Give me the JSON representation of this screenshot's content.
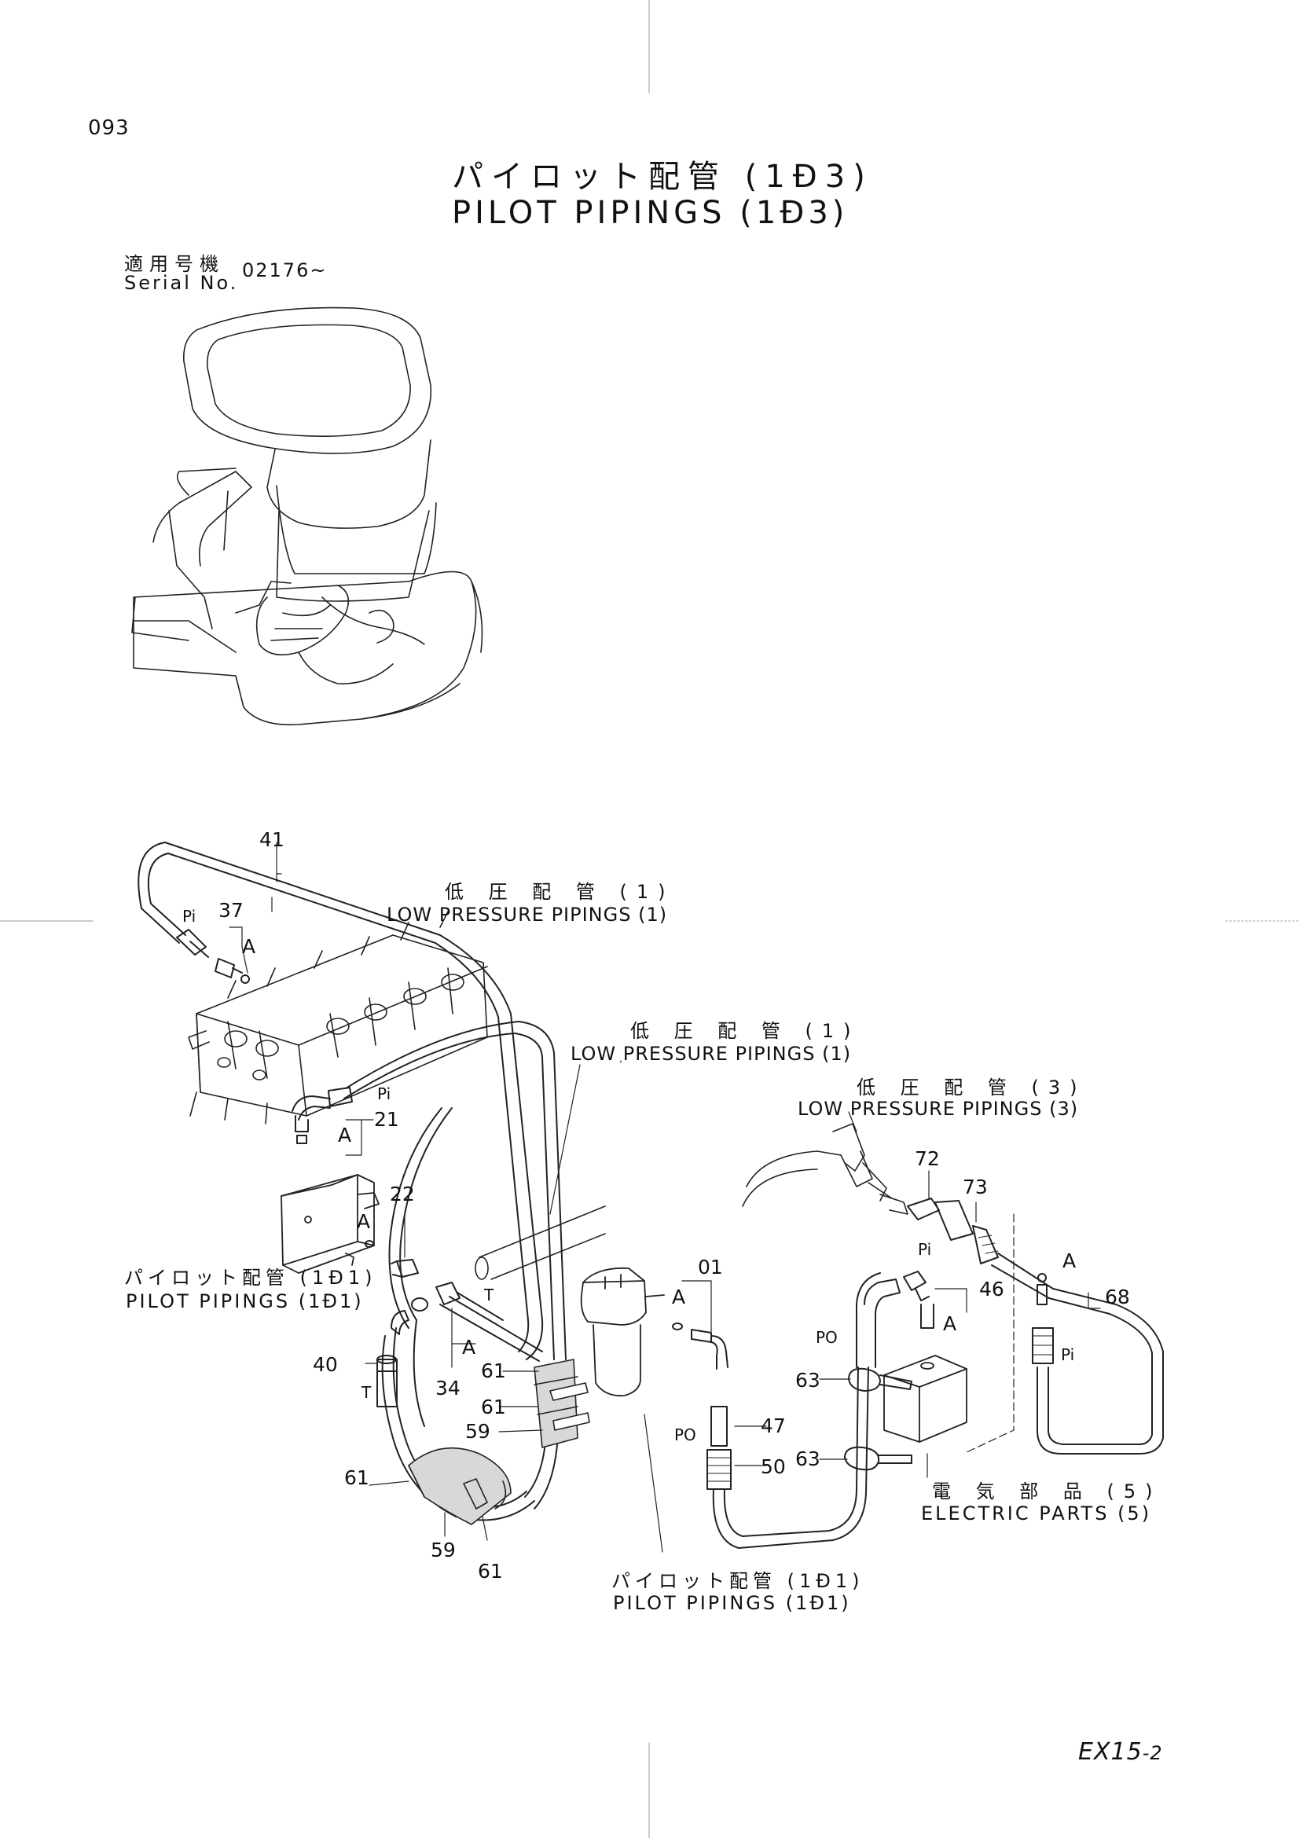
{
  "page": {
    "number": "093",
    "footer_code": "EX15",
    "footer_suffix": "-2"
  },
  "title": {
    "jp": "パイロット配管 (1Ð3)",
    "en": "PILOT PIPINGS (1Ð3)"
  },
  "serial": {
    "label_jp": "適用号機",
    "label_en": "Serial No.",
    "value": "02176~"
  },
  "labels": {
    "lp1_jp": "低 圧 配 管 (1)",
    "lp1_en": "LOW PRESSURE PIPINGS (1)",
    "lp1b_jp": "低 圧 配 管 (1)",
    "lp1b_en": "LOW PRESSURE PIPINGS (1)",
    "lp3_jp": "低 圧 配 管 (3)",
    "lp3_en": "LOW PRESSURE PIPINGS (3)",
    "pp1_jp": "パイロット配管 (1Ð1)",
    "pp1_en": "PILOT PIPINGS (1Ð1)",
    "pp2_jp": "パイロット配管 (1Ð1)",
    "pp2_en": "PILOT PIPINGS (1Ð1)",
    "ep_jp": "電 気 部 品 (5)",
    "ep_en": "ELECTRIC PARTS (5)"
  },
  "parts": {
    "p41": "41",
    "p37": "37",
    "p21": "21",
    "p22": "22",
    "p40": "40",
    "p34": "34",
    "p61a": "61",
    "p61b": "61",
    "p61c": "61",
    "p61d": "61",
    "p59a": "59",
    "p59b": "59",
    "p01": "01",
    "p47": "47",
    "p50": "50",
    "p63a": "63",
    "p63b": "63",
    "p46": "46",
    "p72": "72",
    "p73": "73",
    "p68": "68"
  },
  "ports": {
    "pi1": "Pi",
    "pi2": "Pi",
    "pi3": "Pi",
    "pi4": "Pi",
    "t1": "T",
    "t2": "T",
    "po1": "PO",
    "po2": "PO",
    "a1": "A",
    "a2": "A",
    "a3": "A",
    "a4": "A",
    "a5": "A",
    "a6": "A",
    "a7": "A"
  }
}
